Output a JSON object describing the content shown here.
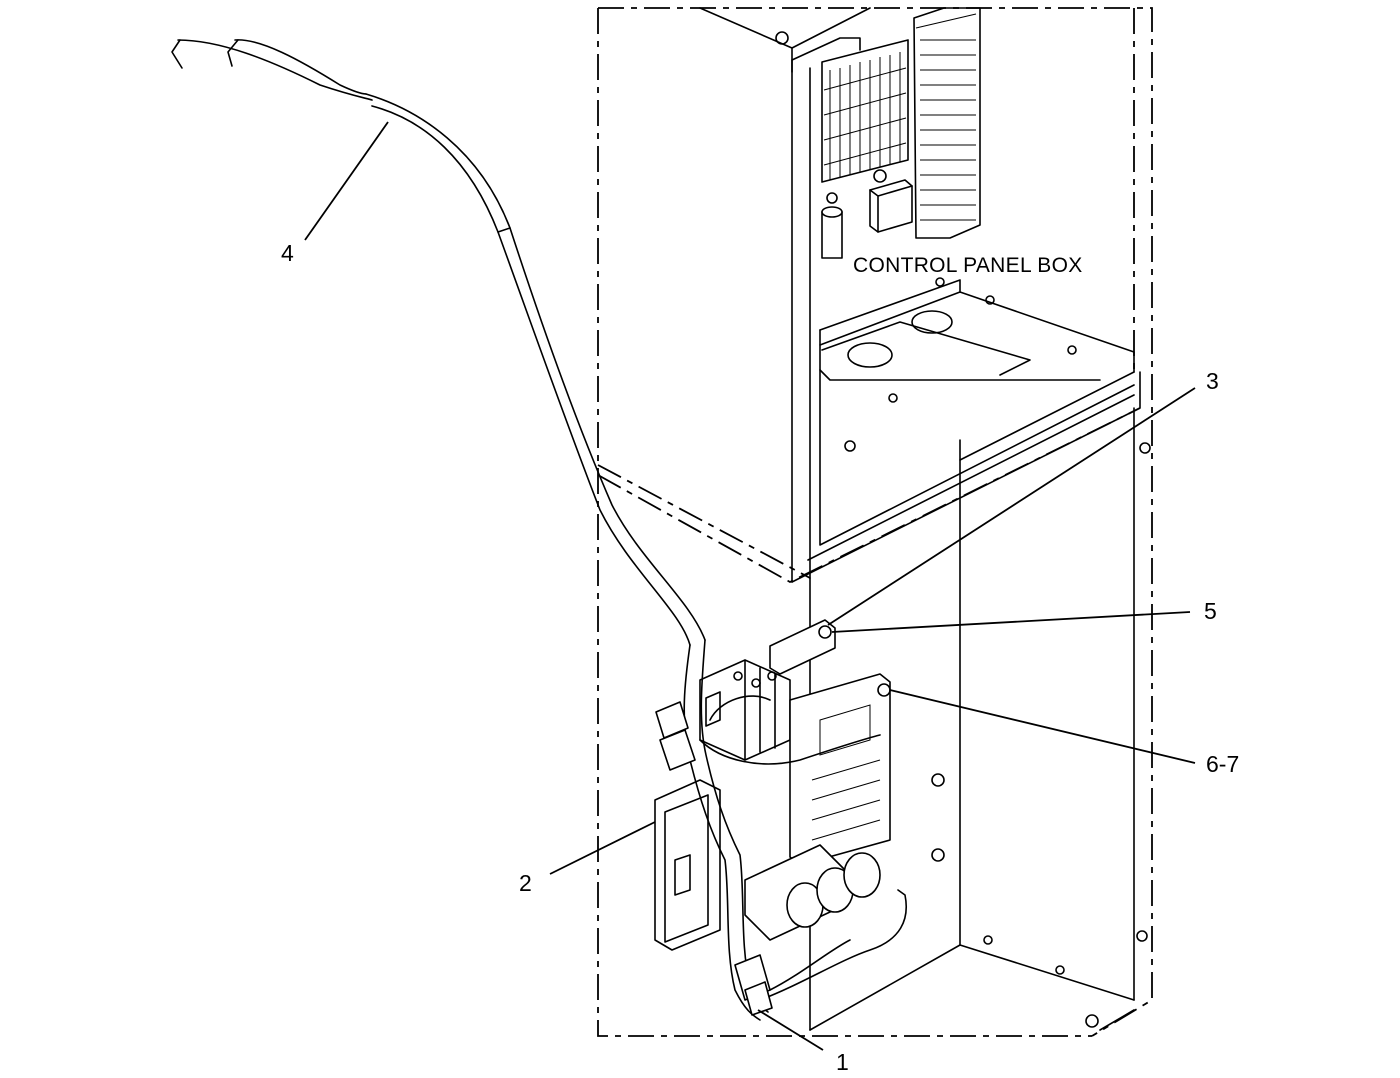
{
  "labels": {
    "panel_box": "CONTROL PANEL BOX",
    "callout_1": "1",
    "callout_2": "2",
    "callout_3": "3",
    "callout_4": "4",
    "callout_5": "5",
    "callout_6_7": "6-7"
  }
}
